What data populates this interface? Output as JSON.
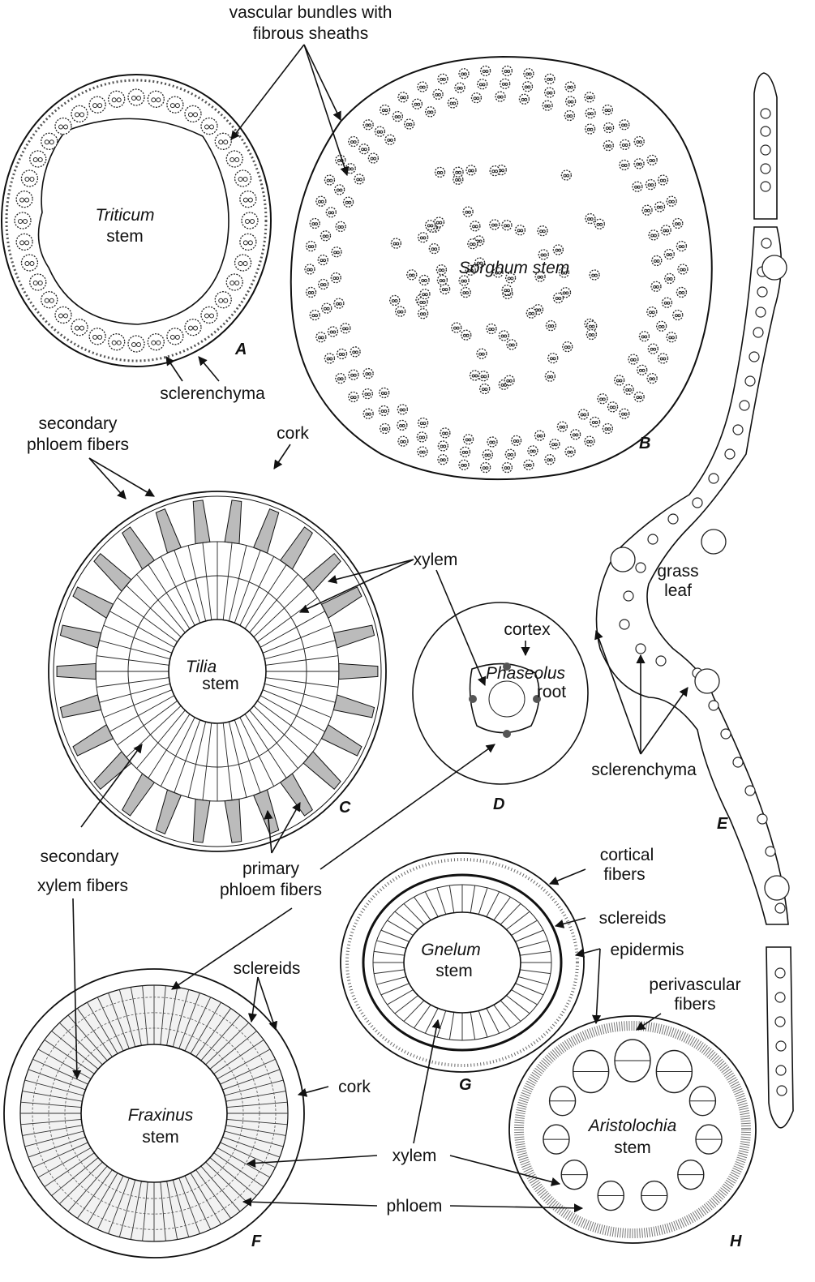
{
  "figure": {
    "labels": {
      "vascular_bundles_line1": "vascular bundles with",
      "vascular_bundles_line2": "fibrous sheaths",
      "triticum_1": "Triticum",
      "triticum_2": "stem",
      "sorghum": "Sorghum stem",
      "sclerenchyma_a": "sclerenchyma",
      "secondary_phloem_1": "secondary",
      "secondary_phloem_2": "phloem fibers",
      "cork_c": "cork",
      "xylem_c": "xylem",
      "tilia_1": "Tilia",
      "tilia_2": "stem",
      "cortex_d": "cortex",
      "phaseolus_1": "Phaseolus",
      "phaseolus_2": "root",
      "grass_leaf_1": "grass",
      "grass_leaf_2": "leaf",
      "sclerenchyma_e": "sclerenchyma",
      "secondary_xylem_1": "secondary",
      "secondary_xylem_2": "xylem fibers",
      "primary_phloem_1": "primary",
      "primary_phloem_2": "phloem fibers",
      "cortical_fibers_1": "cortical",
      "cortical_fibers_2": "fibers",
      "sclereids_g": "sclereids",
      "epidermis": "epidermis",
      "gnelum_1": "Gnelum",
      "gnelum_2": "stem",
      "sclereids_f": "sclereids",
      "cork_f": "cork",
      "perivascular_1": "perivascular",
      "perivascular_2": "fibers",
      "fraxinus_1": "Fraxinus",
      "fraxinus_2": "stem",
      "aristolochia_1": "Aristolochia",
      "aristolochia_2": "stem",
      "xylem_bottom": "xylem",
      "phloem_bottom": "phloem"
    },
    "panels": {
      "A": "A",
      "B": "B",
      "C": "C",
      "D": "D",
      "E": "E",
      "F": "F",
      "G": "G",
      "H": "H"
    }
  }
}
